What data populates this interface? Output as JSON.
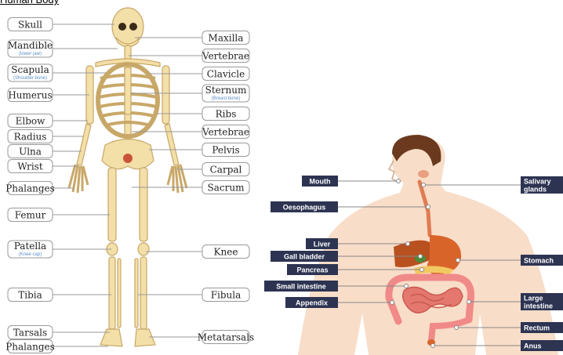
{
  "page_heading_fragment": "Human Body",
  "skeleton": {
    "left_labels": [
      {
        "text": "Skull"
      },
      {
        "text": "Mandible",
        "sub": "(lower jaw)"
      },
      {
        "text": "Scapula",
        "sub": "(Shoulder bone)"
      },
      {
        "text": "Humerus"
      },
      {
        "text": "Elbow"
      },
      {
        "text": "Radius"
      },
      {
        "text": "Ulna"
      },
      {
        "text": "Wrist"
      },
      {
        "text": "Phalanges"
      },
      {
        "text": "Femur"
      },
      {
        "text": "Patella",
        "sub": "(Knee cap)"
      },
      {
        "text": "Tibia"
      },
      {
        "text": "Tarsals"
      },
      {
        "text": "Phalanges"
      }
    ],
    "right_labels": [
      {
        "text": "Maxilla"
      },
      {
        "text": "Vertebrae"
      },
      {
        "text": "Clavicle"
      },
      {
        "text": "Sternum",
        "sub": "(Breast bone)"
      },
      {
        "text": "Ribs"
      },
      {
        "text": "Vertebrae"
      },
      {
        "text": "Pelvis"
      },
      {
        "text": "Carpal"
      },
      {
        "text": "Sacrum"
      },
      {
        "text": "Knee"
      },
      {
        "text": "Fibula"
      },
      {
        "text": "Metatarsals"
      }
    ]
  },
  "digestive": {
    "left_labels": [
      {
        "text": "Mouth"
      },
      {
        "text": "Oesophagus"
      },
      {
        "text": "Liver"
      },
      {
        "text": "Gall bladder"
      },
      {
        "text": "Pancreas"
      },
      {
        "text": "Small intestine"
      },
      {
        "text": "Appendix"
      }
    ],
    "right_labels": [
      {
        "text": "Salivary glands"
      },
      {
        "text": "Stomach"
      },
      {
        "text": "Large intestine"
      },
      {
        "text": "Rectum"
      },
      {
        "text": "Anus"
      }
    ]
  },
  "colors": {
    "bone": "#f3dfa8",
    "bone_outline": "#c8a868",
    "skin": "#f8ddc8",
    "hair": "#6b3a1e",
    "label_box": "#2d3452",
    "stomach": "#d9642a",
    "liver": "#b9501f",
    "intestine": "#f08a88",
    "connector": "#888888"
  }
}
